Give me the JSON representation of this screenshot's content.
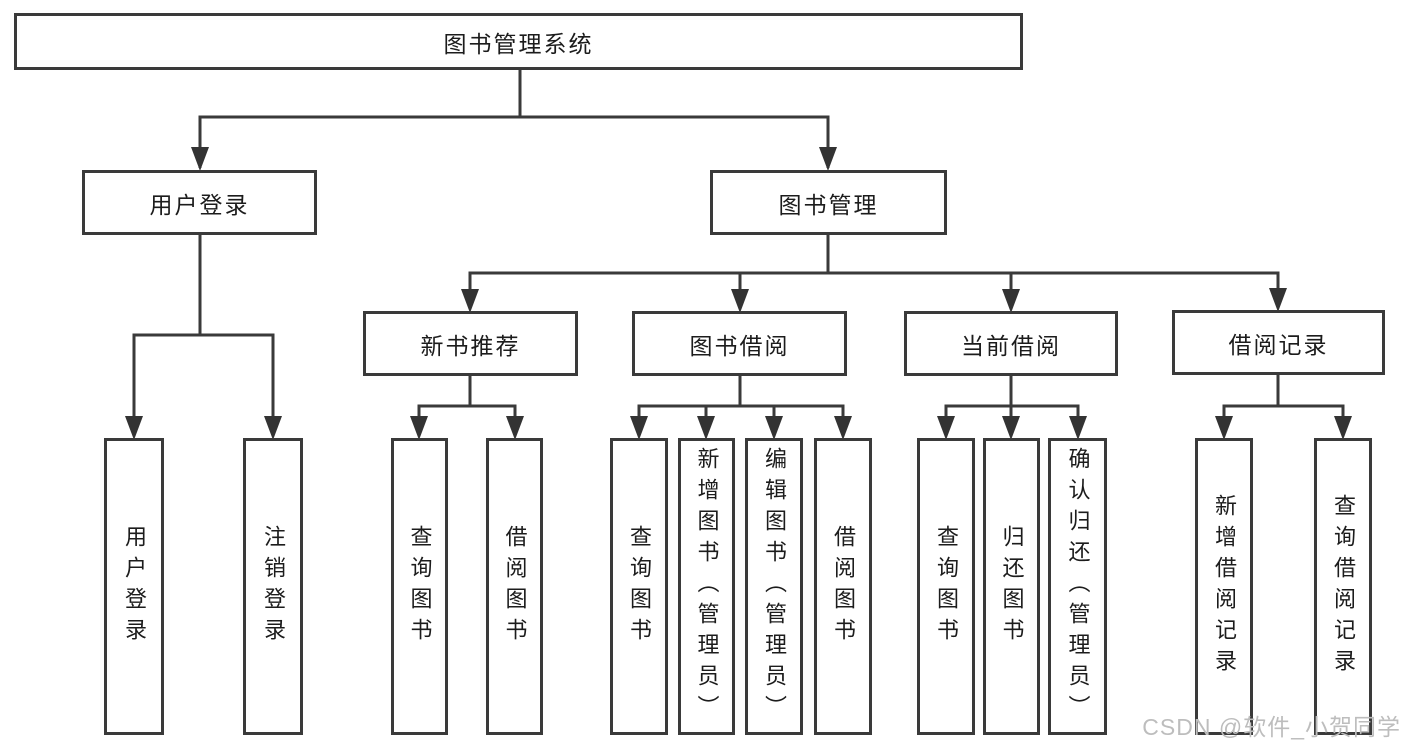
{
  "diagram": {
    "nodes": {
      "root": {
        "label": "图书管理系统"
      },
      "user_login": {
        "label": "用户登录"
      },
      "book_mgmt": {
        "label": "图书管理"
      },
      "new_book_rec": {
        "label": "新书推荐"
      },
      "book_borrow": {
        "label": "图书借阅"
      },
      "current_borrow": {
        "label": "当前借阅"
      },
      "borrow_records": {
        "label": "借阅记录"
      },
      "leaf_user_login": {
        "label": "用户登录"
      },
      "leaf_logout": {
        "label": "注销登录"
      },
      "nb_query": {
        "label": "查询图书"
      },
      "nb_borrow": {
        "label": "借阅图书"
      },
      "bb_query": {
        "label": "查询图书"
      },
      "bb_add": {
        "label": "新增图书（管理员）"
      },
      "bb_edit": {
        "label": "编辑图书（管理员）"
      },
      "bb_borrow": {
        "label": "借阅图书"
      },
      "cb_query": {
        "label": "查询图书"
      },
      "cb_return": {
        "label": "归还图书"
      },
      "cb_confirm": {
        "label": "确认归还（管理员）"
      },
      "br_add": {
        "label": "新增借阅记录"
      },
      "br_query": {
        "label": "查询借阅记录"
      }
    }
  },
  "watermark": {
    "text": "CSDN @软件_小贺同学"
  },
  "colors": {
    "line": "#3a3a3a",
    "border": "#3a3a3a",
    "text": "#1c1c1c",
    "watermark": "#bdbdbd",
    "background": "#ffffff"
  }
}
